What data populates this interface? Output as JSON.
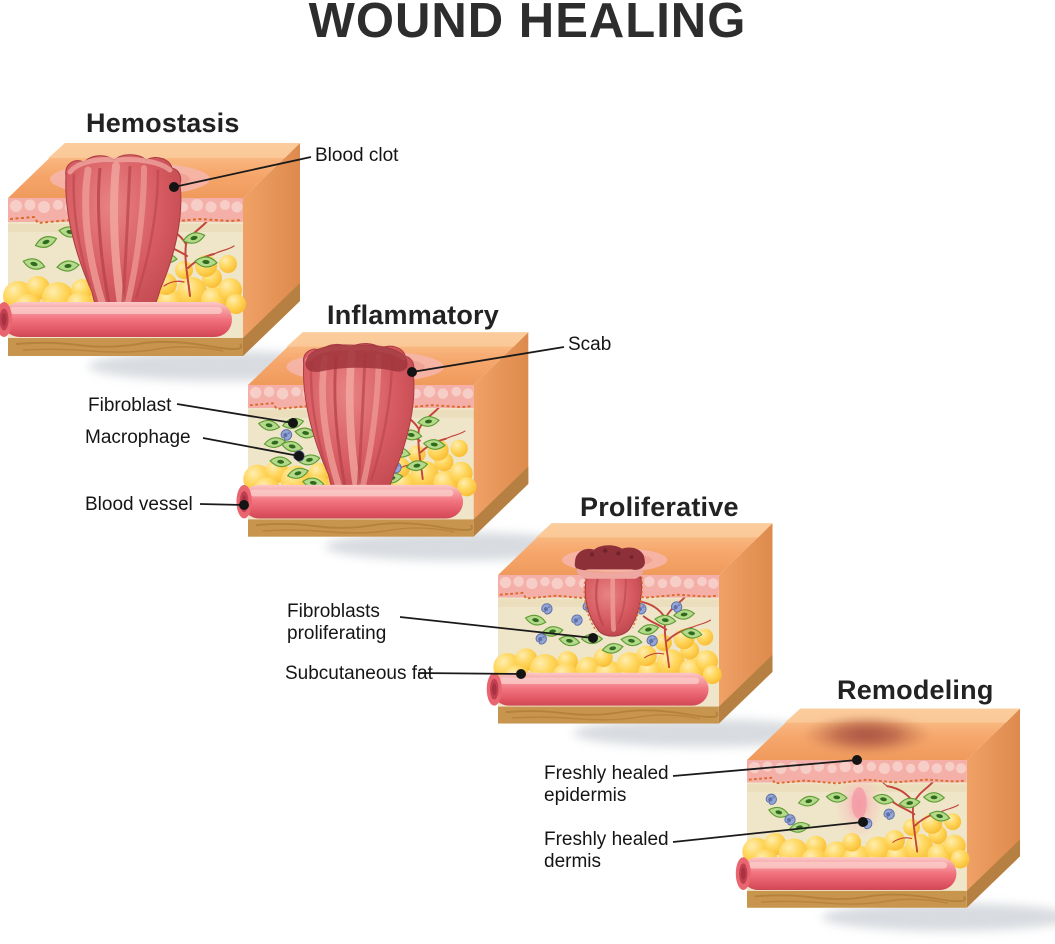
{
  "title": "WOUND HEALING",
  "stages": [
    {
      "name": "Hemostasis",
      "labels": [
        "Blood clot"
      ]
    },
    {
      "name": "Inflammatory",
      "labels": [
        "Scab",
        "Fibroblast",
        "Macrophage",
        "Blood vessel"
      ]
    },
    {
      "name": "Proliferative",
      "labels": [
        "Fibroblasts proliferating",
        "Subcutaneous fat"
      ]
    },
    {
      "name": "Remodeling",
      "labels": [
        "Freshly healed epidermis",
        "Freshly healed dermis"
      ]
    }
  ],
  "colors": {
    "background": "#FFFFFF",
    "text": "#2A2A2A",
    "skin_top_orange": "#F5A468",
    "epidermis_pink": "#F4B0A8",
    "dermis_cream": "#EFE5C8",
    "subcutaneous_fat_yellow": "#FFD04A",
    "blood_vessel_red": "#F1727E",
    "clot_red": "#CE4E56",
    "scab_dark_red": "#8E3038",
    "fibroblast_green": "#8BC34A",
    "macrophage_blue": "#8498CC",
    "base_brown": "#C8954F"
  }
}
